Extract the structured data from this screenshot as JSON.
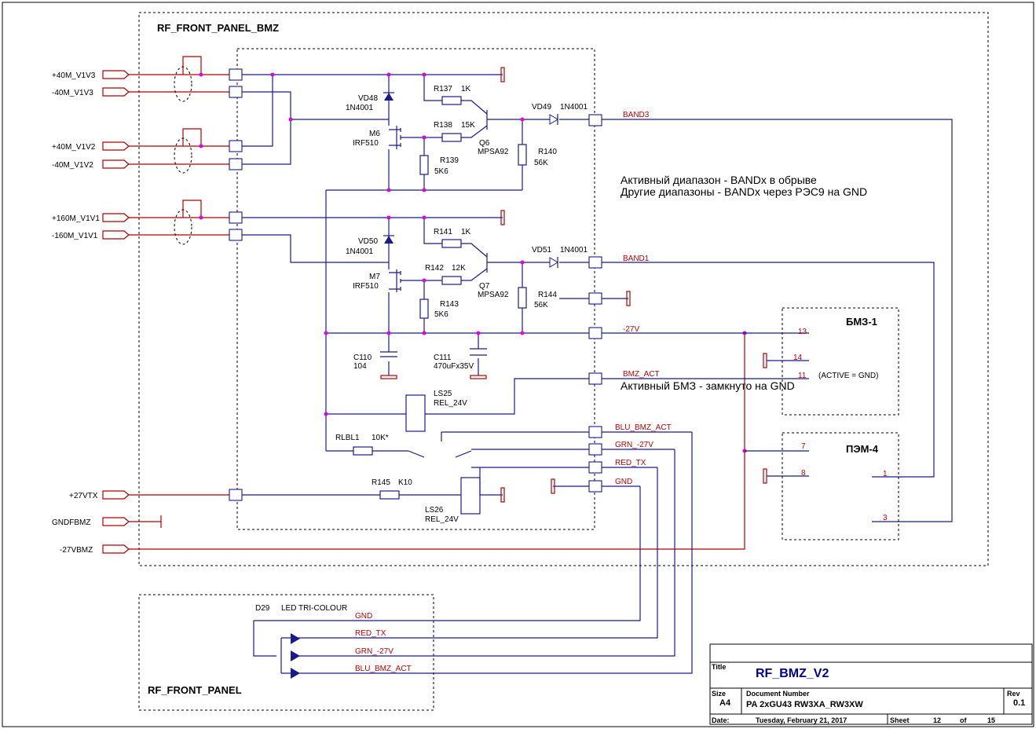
{
  "panels": {
    "bmz_title": "RF_FRONT_PANEL_BMZ",
    "front_title": "RF_FRONT_PANEL"
  },
  "ports": {
    "p40_v1v3": "+40M_V1V3",
    "m40_v1v3": "-40M_V1V3",
    "p40_v1v2": "+40M_V1V2",
    "m40_v1v2": "-40M_V1V2",
    "p160_v1v1": "+160M_V1V1",
    "m160_v1v1": "-160M_V1V1",
    "p27vtx": "+27VTX",
    "gndfbmz": "GNDFBMZ",
    "m27vbmz": "-27VBMZ"
  },
  "components": {
    "vd48": "VD48",
    "vd48_val": "1N4001",
    "m6": "M6",
    "m6_val": "IRF510",
    "r137": "R137",
    "r137_val": "1K",
    "r138": "R138",
    "r138_val": "15K",
    "r139": "R139",
    "r139_val": "5K6",
    "q6": "Q6",
    "q6_val": "MPSA92",
    "r140": "R140",
    "r140_val": "56K",
    "vd49": "VD49",
    "vd49_val": "1N4001",
    "vd50": "VD50",
    "vd50_val": "1N4001",
    "m7": "M7",
    "m7_val": "IRF510",
    "r141": "R141",
    "r141_val": "1K",
    "r142": "R142",
    "r142_val": "12K",
    "r143": "R143",
    "r143_val": "5K6",
    "q7": "Q7",
    "q7_val": "MPSA92",
    "r144": "R144",
    "r144_val": "56K",
    "vd51": "VD51",
    "vd51_val": "1N4001",
    "c110": "C110",
    "c110_val": "104",
    "c111": "C111",
    "c111_val": "470uFx35V",
    "ls25": "LS25",
    "ls25_val": "REL_24V",
    "rlbl1": "RLBL1",
    "rlbl1_val": "10K*",
    "r145": "R145",
    "r145_val": "K10",
    "ls26": "LS26",
    "ls26_val": "REL_24V",
    "d29": "D29",
    "d29_val": "LED TRI-COLOUR"
  },
  "nets": {
    "band3": "BAND3",
    "band1": "BAND1",
    "m27v": "-27V",
    "bmz_act": "BMZ_ACT",
    "blu_bmz_act": "BLU_BMZ_ACT",
    "grn_27v": "GRN_-27V",
    "red_tx": "RED_TX",
    "gnd": "GND"
  },
  "notes": {
    "line1": "Активный диапазон - BANDx в обрыве",
    "line2": "Другие диапазоны - BANDx через РЭС9 на GND",
    "line3": "Активный БМЗ - замкнуто на GND"
  },
  "bmz1": {
    "title": "БМЗ-1",
    "pin13": "13",
    "pin14": "14",
    "pin11": "11",
    "active_note": "(ACTIVE = GND)"
  },
  "pem4": {
    "title": "ПЭМ-4",
    "pin7": "7",
    "pin8": "8",
    "pin1": "1",
    "pin3": "3"
  },
  "title_block": {
    "title_label": "Title",
    "title": "RF_BMZ_V2",
    "size_label": "Size",
    "size": "A4",
    "docnum_label": "Document Number",
    "docnum": "PA 2xGU43 RW3XA_RW3XW",
    "rev_label": "Rev",
    "rev": "0.1",
    "date_label": "Date:",
    "date": "Tuesday, February 21, 2017",
    "sheet_label": "Sheet",
    "sheet": "12",
    "of_label": "of",
    "sheet_total": "15"
  },
  "colors": {
    "wire": "#1a1a8c",
    "net": "#b00000",
    "junction": "#e000e0"
  }
}
